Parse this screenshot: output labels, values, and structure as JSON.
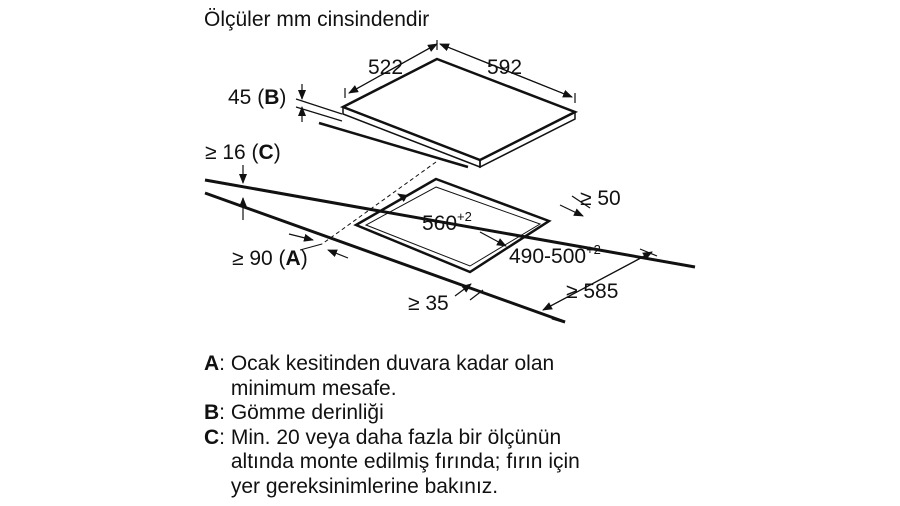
{
  "title": "Ölçüler mm cinsindendir",
  "dimensions": {
    "hob_depth": "522",
    "hob_width": "592",
    "depth_B": "45 (",
    "depth_B_letter": "B",
    "depth_B_close": ")",
    "gap_C": "≥ 16 (",
    "gap_C_letter": "C",
    "gap_C_close": ")",
    "back_clearance": "≥ 50",
    "cutout_width": "560",
    "cutout_width_tol": "+2",
    "cutout_depth": "490-500",
    "cutout_depth_tol": "+2",
    "front_clearance_A": "≥ 90 (",
    "front_clearance_A_letter": "A",
    "front_clearance_A_close": ")",
    "front_edge": "≥ 35",
    "worktop_depth": "≥ 585"
  },
  "legend": [
    {
      "key": "A",
      "text": "Ocak kesitinden duvara kadar olan\nminimum mesafe."
    },
    {
      "key": "B",
      "text": "Gömme derinliği"
    },
    {
      "key": "C",
      "text": "Min. 20 veya daha fazla bir ölçünün\naltında monte edilmiş fırında; fırın için\nyer gereksinimlerine bakınız."
    }
  ],
  "colors": {
    "line": "#111111",
    "background": "#ffffff"
  }
}
